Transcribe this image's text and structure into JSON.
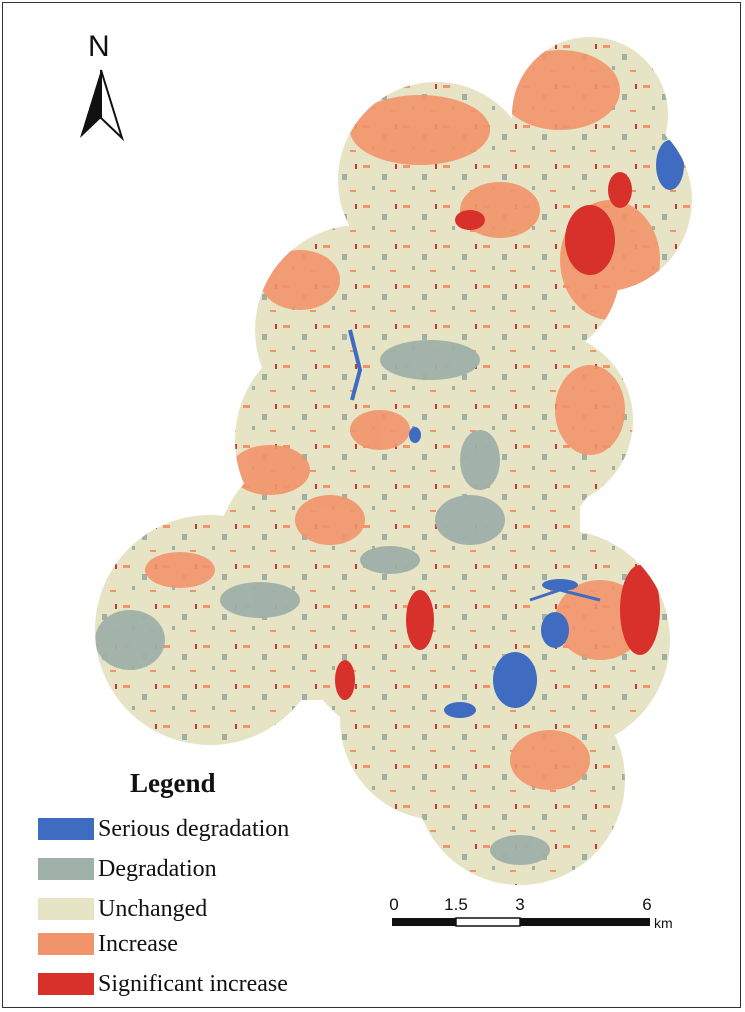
{
  "north_arrow": {
    "letter": "N",
    "icon": "north-arrow-icon"
  },
  "legend": {
    "title": "Legend",
    "items": [
      {
        "label": "Serious degradation",
        "color": "#3f6cc0"
      },
      {
        "label": "Degradation",
        "color": "#9fb0a9"
      },
      {
        "label": "Unchanged",
        "color": "#e6e4c5"
      },
      {
        "label": "Increase",
        "color": "#f2946a"
      },
      {
        "label": "Significant increase",
        "color": "#d8302a"
      }
    ]
  },
  "scale_bar": {
    "ticks": [
      "0",
      "1.5",
      "3",
      "6"
    ],
    "unit": "km"
  }
}
